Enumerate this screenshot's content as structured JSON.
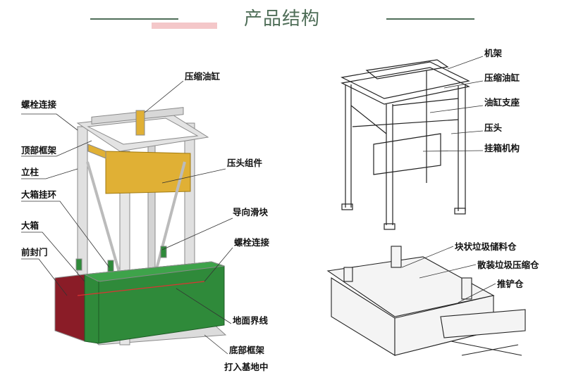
{
  "title": "产品结构",
  "colors": {
    "accent": "#4f6e58",
    "highlight": "#f4c7c9",
    "frame": "#d9d9d9",
    "cylinder": "#e0b035",
    "box_green": "#2f8a3a",
    "door_red": "#8a1c27"
  },
  "left_diagram": {
    "labels": {
      "cylinder": "压缩油缸",
      "bolt_top": "螺栓连接",
      "top_frame": "顶部框架",
      "column": "立柱",
      "press_head": "压头组件",
      "box_ring": "大箱挂环",
      "guide_slider": "导向滑块",
      "big_box": "大箱",
      "bolt_side": "螺栓连接",
      "front_door": "前封门",
      "ground_line": "地面界线",
      "bottom_frame": "底部框架",
      "embed": "打入基地中"
    }
  },
  "right_top_diagram": {
    "labels": {
      "rack": "机架",
      "cylinder": "压缩油缸",
      "cylinder_seat": "油缸支座",
      "press_head": "压头",
      "hook_mech": "挂箱机构"
    }
  },
  "right_bottom_diagram": {
    "labels": {
      "bulk_bin": "块状垃圾储料仓",
      "compress_bin": "散装垃圾压缩仓",
      "push_bin": "推铲仓"
    }
  }
}
